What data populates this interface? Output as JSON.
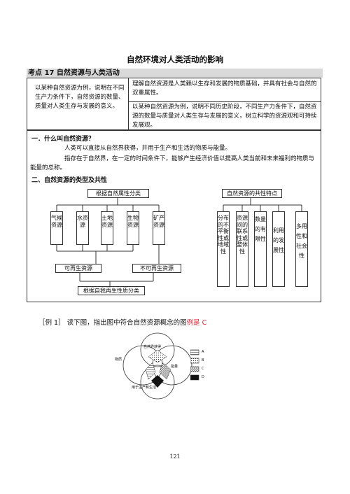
{
  "title": "自然环境对人类活动的影响",
  "section_heading": "考点 17   自然资源与人类活动",
  "objectives": {
    "left": "以某种自然资源为例，说明在不同生产力条件下，自然资源的数量、质量对人类生存与发展的意义。",
    "right_1": "理解自然资源是人类赖以生存和发展的物质基础，并具有社会与自然的双重属性。",
    "right_2": "以某种自然资源为例，说明不同历史阶段，不同生产力条件下，自然资源的数量与质量对人类生存与发展的意义，树立科学的资源观和可持续发展观。"
  },
  "q1": {
    "heading": "一．什么叫自然资源？",
    "p1": "人类可以直接从自然界获得，并用于生产和生活的物质与能量。",
    "p2": "指存在于自然界，在一定的时间条件下，能够产生经济价值以提高人类当前和未来福利的物质与能量的总称。"
  },
  "q2": {
    "heading": "二、自然资源的类型及共性"
  },
  "diagram": {
    "top_left_label": "根据自然属性分类",
    "resources": [
      "气候资源",
      "水资源",
      "土地资源",
      "生物资源",
      "矿产资源"
    ],
    "renewable": "可再生资源",
    "nonrenewable": "不可再生资源",
    "bottom_label": "根据自我再生性质分类",
    "common_title": "自然资源的共性特点",
    "traits": [
      "分布的不平衡性或地域性",
      "资源间的联系性或整体性",
      "数量的有限性",
      "利用的发展性",
      "多用性和社会性"
    ]
  },
  "example": {
    "prefix": "［例 1］  读下图，指出图中符合自然资源概念的图",
    "answer": "例是 C"
  },
  "venn": {
    "labels": {
      "top": "自然界获得",
      "left": "物质",
      "right": "能量",
      "bottom": "用于生产和生活"
    },
    "legend": [
      "A",
      "B",
      "C",
      "D"
    ]
  },
  "page_number": "121"
}
